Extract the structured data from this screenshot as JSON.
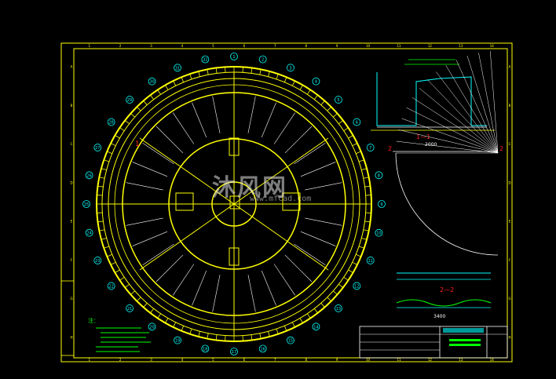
{
  "colors": {
    "background": "#000000",
    "frame": "#ffff00",
    "label": "#00ff00",
    "dim": "#00ffff",
    "red": "#ff2020",
    "white": "#ffffff"
  },
  "watermark": {
    "text": "沐风网",
    "url": "www.mfcad.com"
  },
  "labels": {
    "section_1_1": "1—1",
    "section_2_2": "2—2",
    "section_mark_left": "2",
    "section_mark_right": "2",
    "radial_mark": "1",
    "dim_3400": "3400",
    "dim_2000": "2000",
    "notes_heading": "注："
  },
  "ring_numbers": [
    "1",
    "2",
    "3",
    "4",
    "5",
    "6",
    "7",
    "8",
    "9",
    "10",
    "11",
    "12",
    "13",
    "14",
    "15",
    "16",
    "17",
    "18",
    "19",
    "20",
    "21",
    "22",
    "23",
    "24",
    "25",
    "26",
    "27",
    "28",
    "29",
    "30",
    "31",
    "32"
  ],
  "frame_columns": [
    "1",
    "2",
    "3",
    "4",
    "5",
    "6",
    "7",
    "8",
    "9",
    "10",
    "11",
    "12",
    "13",
    "14"
  ],
  "frame_rows": [
    "A",
    "B",
    "C",
    "D",
    "E",
    "F",
    "G",
    "H"
  ]
}
